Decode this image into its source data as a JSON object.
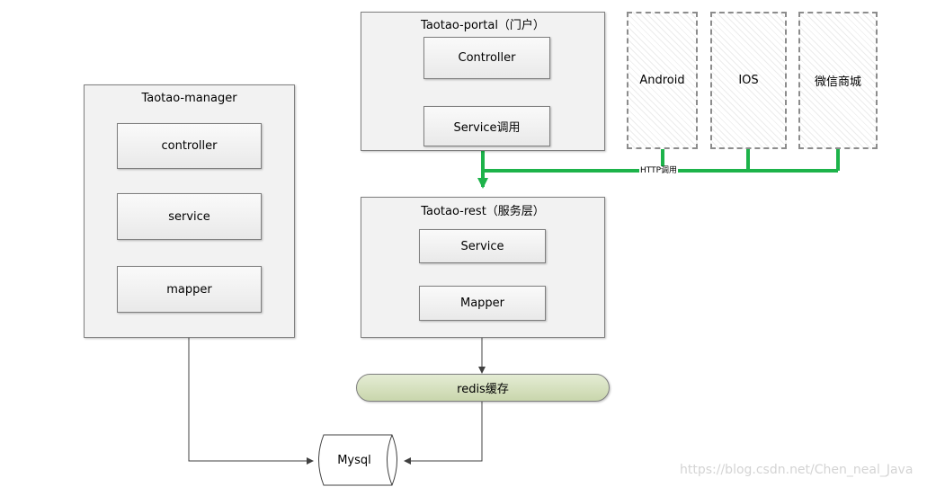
{
  "manager": {
    "title": "Taotao-manager",
    "layers": [
      "controller",
      "service",
      "mapper"
    ]
  },
  "portal": {
    "title": "Taotao-portal（门户）",
    "layers": [
      "Controller",
      "Service调用"
    ]
  },
  "rest": {
    "title": "Taotao-rest（服务层）",
    "layers": [
      "Service",
      "Mapper"
    ]
  },
  "clients": [
    "Android",
    "IOS",
    "微信商城"
  ],
  "http_label": "HTTP调用",
  "cache": "redis缓存",
  "database": "Mysql",
  "watermark": "https://blog.csdn.net/Chen_neal_Java",
  "colors": {
    "green_connector": "#1db34a",
    "arrow_gray": "#404040",
    "redis_fill": "#d6e0bf",
    "container_fill": "#f2f2f2"
  }
}
